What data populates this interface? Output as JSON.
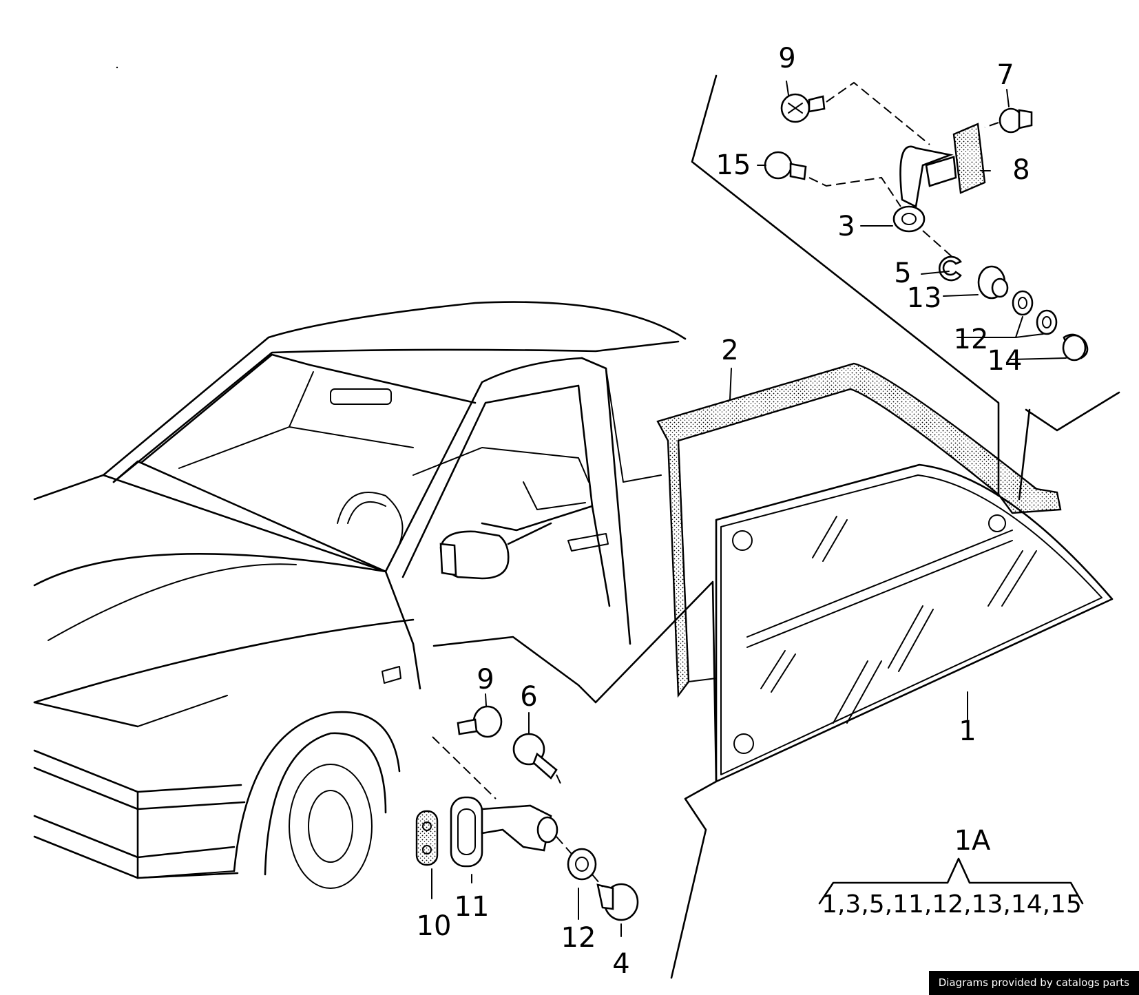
{
  "callouts": {
    "n1": "1",
    "n2": "2",
    "n3": "3",
    "n4": "4",
    "n5": "5",
    "n6": "6",
    "n7": "7",
    "n8": "8",
    "n9_top": "9",
    "n9_bottom": "9",
    "n10": "10",
    "n11": "11",
    "n12_top": "12",
    "n12_bottom": "12",
    "n13": "13",
    "n14": "14",
    "n15": "15"
  },
  "kit": {
    "label": "1A",
    "parts": "1,3,5,11,12,13,14,15"
  },
  "footer": {
    "credit": "Diagrams provided by catalogs parts"
  }
}
